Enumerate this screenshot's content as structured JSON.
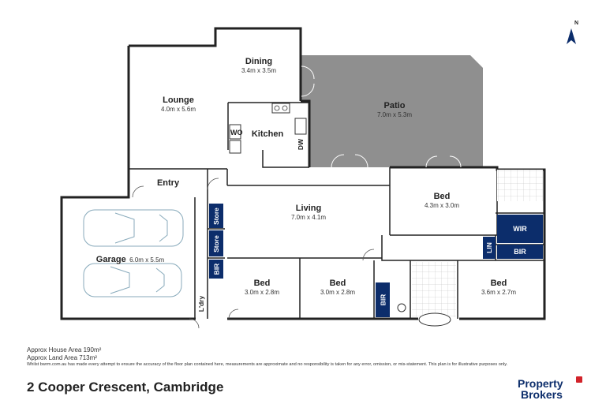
{
  "rooms": {
    "dining": {
      "name": "Dining",
      "dims": "3.4m x 3.5m"
    },
    "lounge": {
      "name": "Lounge",
      "dims": "4.0m x 5.6m"
    },
    "patio": {
      "name": "Patio",
      "dims": "7.0m x 5.3m"
    },
    "kitchen": {
      "name": "Kitchen"
    },
    "entry": {
      "name": "Entry"
    },
    "living": {
      "name": "Living",
      "dims": "7.0m x 4.1m"
    },
    "bed_master": {
      "name": "Bed",
      "dims": "4.3m x 3.0m"
    },
    "garage": {
      "name": "Garage",
      "dims": "6.0m x 5.5m"
    },
    "bed1": {
      "name": "Bed",
      "dims": "3.0m x 2.8m"
    },
    "bed2": {
      "name": "Bed",
      "dims": "3.0m x 2.8m"
    },
    "bed3": {
      "name": "Bed",
      "dims": "3.6m x 2.7m"
    },
    "laundry": {
      "name": "L'dry"
    }
  },
  "tags": {
    "wo": "WO",
    "dw": "DW",
    "store1": "Store",
    "store2": "Store",
    "bir1": "BIR",
    "bir2": "BIR",
    "bir3": "BIR",
    "wir": "WIR",
    "lin": "LIN"
  },
  "compass": {
    "label": "N"
  },
  "area": {
    "house": "Approx House Area 190m²",
    "land": "Approx Land Area 713m²"
  },
  "disclaimer": "Whilst bwrm.com.au has made every attempt to ensure the accuracy of the floor plan contained here, measurements are approximate and no responsibility is taken for any error, omission, or mis-statement. This plan is for illustrative purposes only.",
  "address": "2 Cooper Crescent, Cambridge",
  "brand": {
    "line1": "Property",
    "line2": "Brokers"
  },
  "colors": {
    "accent": "#0c2d6b",
    "brand_red": "#d2232a",
    "patio": "#8f8f8f"
  }
}
